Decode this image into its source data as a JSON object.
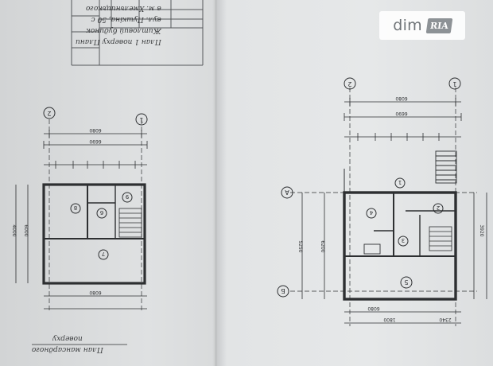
{
  "watermark": {
    "brand": "dim",
    "badge": "RIA"
  },
  "title_block": {
    "lines": [
      "План 1 поверху Плани",
      "Житловий будинок",
      "вул. Пушкіна, 50 с",
      "в м. Хмельницького"
    ]
  },
  "caption": {
    "line1": "План мансардного",
    "line2": "поверху"
  },
  "axis_labels": {
    "left": [
      "2",
      "1"
    ],
    "right": [
      "2",
      "1",
      "А",
      "Б"
    ]
  },
  "dimensions": {
    "left_top": [
      "6080",
      "6690"
    ],
    "left_side": [
      "4000",
      "6000"
    ],
    "left_bottom": [
      "6080"
    ],
    "right_top": [
      "6080",
      "6690"
    ],
    "right_side": [
      "5250",
      "6200",
      "3920"
    ],
    "right_bottom": [
      "6080",
      "1800",
      "2340"
    ]
  },
  "rooms": {
    "left": [
      "6",
      "9",
      "8",
      "7"
    ],
    "right": [
      "1",
      "4",
      "2",
      "3",
      "5"
    ]
  },
  "colors": {
    "paper": "#e3e5e6",
    "ink": "#2d2f31",
    "grid": "#6a6d70"
  }
}
